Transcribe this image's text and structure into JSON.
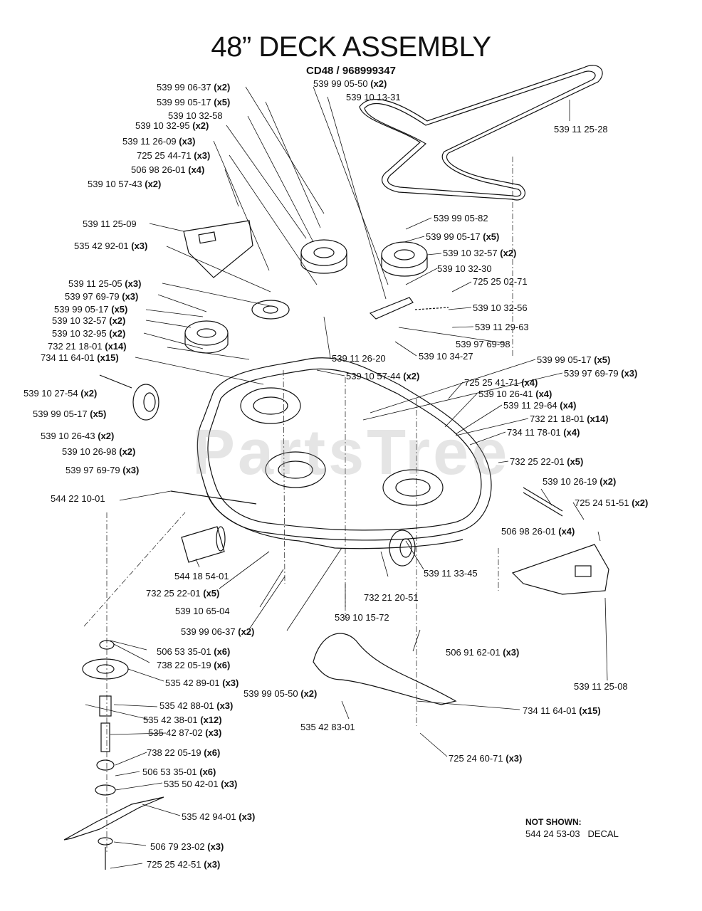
{
  "title": "48” DECK ASSEMBLY",
  "subtitle": "CD48 / 968999347",
  "watermark": "PartsTree",
  "not_shown": {
    "heading": "NOT SHOWN:",
    "part": "544 24 53-03",
    "desc": "DECAL"
  },
  "parts": [
    {
      "num": "539 99 06-37",
      "qty": "(x2)"
    },
    {
      "num": "539 99 05-17",
      "qty": "(x5)"
    },
    {
      "num": "539 10 32-58",
      "qty": ""
    },
    {
      "num": "539 10 32-95",
      "qty": "(x2)"
    },
    {
      "num": "539 11 26-09",
      "qty": "(x3)"
    },
    {
      "num": "725 25 44-71",
      "qty": "(x3)"
    },
    {
      "num": "506 98 26-01",
      "qty": "(x4)"
    },
    {
      "num": "539 10 57-43",
      "qty": "(x2)"
    },
    {
      "num": "539 11 25-09",
      "qty": ""
    },
    {
      "num": "535 42 92-01",
      "qty": "(x3)"
    },
    {
      "num": "539 11 25-05",
      "qty": "(x3)"
    },
    {
      "num": "539 97 69-79",
      "qty": "(x3)"
    },
    {
      "num": "539 99 05-17",
      "qty": "(x5)"
    },
    {
      "num": "539 10 32-57",
      "qty": "(x2)"
    },
    {
      "num": "539 10 32-95",
      "qty": "(x2)"
    },
    {
      "num": "732 21 18-01",
      "qty": "(x14)"
    },
    {
      "num": "734 11 64-01",
      "qty": "(x15)"
    },
    {
      "num": "539 10 27-54",
      "qty": "(x2)"
    },
    {
      "num": "539 99 05-17",
      "qty": "(x5)"
    },
    {
      "num": "539 10 26-43",
      "qty": "(x2)"
    },
    {
      "num": "539 10 26-98",
      "qty": "(x2)"
    },
    {
      "num": "539 97 69-79",
      "qty": "(x3)"
    },
    {
      "num": "544 22 10-01",
      "qty": ""
    },
    {
      "num": "539 99 05-50",
      "qty": "(x2)"
    },
    {
      "num": "539 10 13-31",
      "qty": ""
    },
    {
      "num": "539 11 25-28",
      "qty": ""
    },
    {
      "num": "539 99 05-82",
      "qty": ""
    },
    {
      "num": "539 99 05-17",
      "qty": "(x5)"
    },
    {
      "num": "539 10 32-57",
      "qty": "(x2)"
    },
    {
      "num": "539 10 32-30",
      "qty": ""
    },
    {
      "num": "725 25 02-71",
      "qty": ""
    },
    {
      "num": "539 10 32-56",
      "qty": ""
    },
    {
      "num": "539 11 29-63",
      "qty": ""
    },
    {
      "num": "539 97 69-98",
      "qty": ""
    },
    {
      "num": "539 11 26-20",
      "qty": ""
    },
    {
      "num": "539 10 34-27",
      "qty": ""
    },
    {
      "num": "539 99 05-17",
      "qty": "(x5)"
    },
    {
      "num": "539 97 69-79",
      "qty": "(x3)"
    },
    {
      "num": "539 10 57-44",
      "qty": "(x2)"
    },
    {
      "num": "725 25 41-71",
      "qty": "(x4)"
    },
    {
      "num": "539 10 26-41",
      "qty": "(x4)"
    },
    {
      "num": "539 11 29-64",
      "qty": "(x4)"
    },
    {
      "num": "732 21 18-01",
      "qty": "(x14)"
    },
    {
      "num": "734 11 78-01",
      "qty": "(x4)"
    },
    {
      "num": "732 25 22-01",
      "qty": "(x5)"
    },
    {
      "num": "539 10 26-19",
      "qty": "(x2)"
    },
    {
      "num": "725 24 51-51",
      "qty": "(x2)"
    },
    {
      "num": "506 98 26-01",
      "qty": "(x4)"
    },
    {
      "num": "539 11 33-45",
      "qty": ""
    },
    {
      "num": "544 18 54-01",
      "qty": ""
    },
    {
      "num": "732 25 22-01",
      "qty": "(x5)"
    },
    {
      "num": "539 10 65-04",
      "qty": ""
    },
    {
      "num": "732 21 20-51",
      "qty": ""
    },
    {
      "num": "539 10 15-72",
      "qty": ""
    },
    {
      "num": "539 99 06-37",
      "qty": "(x2)"
    },
    {
      "num": "506 53 35-01",
      "qty": "(x6)"
    },
    {
      "num": "738 22 05-19",
      "qty": "(x6)"
    },
    {
      "num": "506 91 62-01",
      "qty": "(x3)"
    },
    {
      "num": "535 42 89-01",
      "qty": "(x3)"
    },
    {
      "num": "539 99 05-50",
      "qty": "(x2)"
    },
    {
      "num": "539 11 25-08",
      "qty": ""
    },
    {
      "num": "535 42 88-01",
      "qty": "(x3)"
    },
    {
      "num": "535 42 38-01",
      "qty": "(x12)"
    },
    {
      "num": "734 11 64-01",
      "qty": "(x15)"
    },
    {
      "num": "535 42 87-02",
      "qty": "(x3)"
    },
    {
      "num": "535 42 83-01",
      "qty": ""
    },
    {
      "num": "738 22 05-19",
      "qty": "(x6)"
    },
    {
      "num": "725 24 60-71",
      "qty": "(x3)"
    },
    {
      "num": "506 53 35-01",
      "qty": "(x6)"
    },
    {
      "num": "535 50 42-01",
      "qty": "(x3)"
    },
    {
      "num": "535 42 94-01",
      "qty": "(x3)"
    },
    {
      "num": "506 79 23-02",
      "qty": "(x3)"
    },
    {
      "num": "725 25 42-51",
      "qty": "(x3)"
    }
  ]
}
